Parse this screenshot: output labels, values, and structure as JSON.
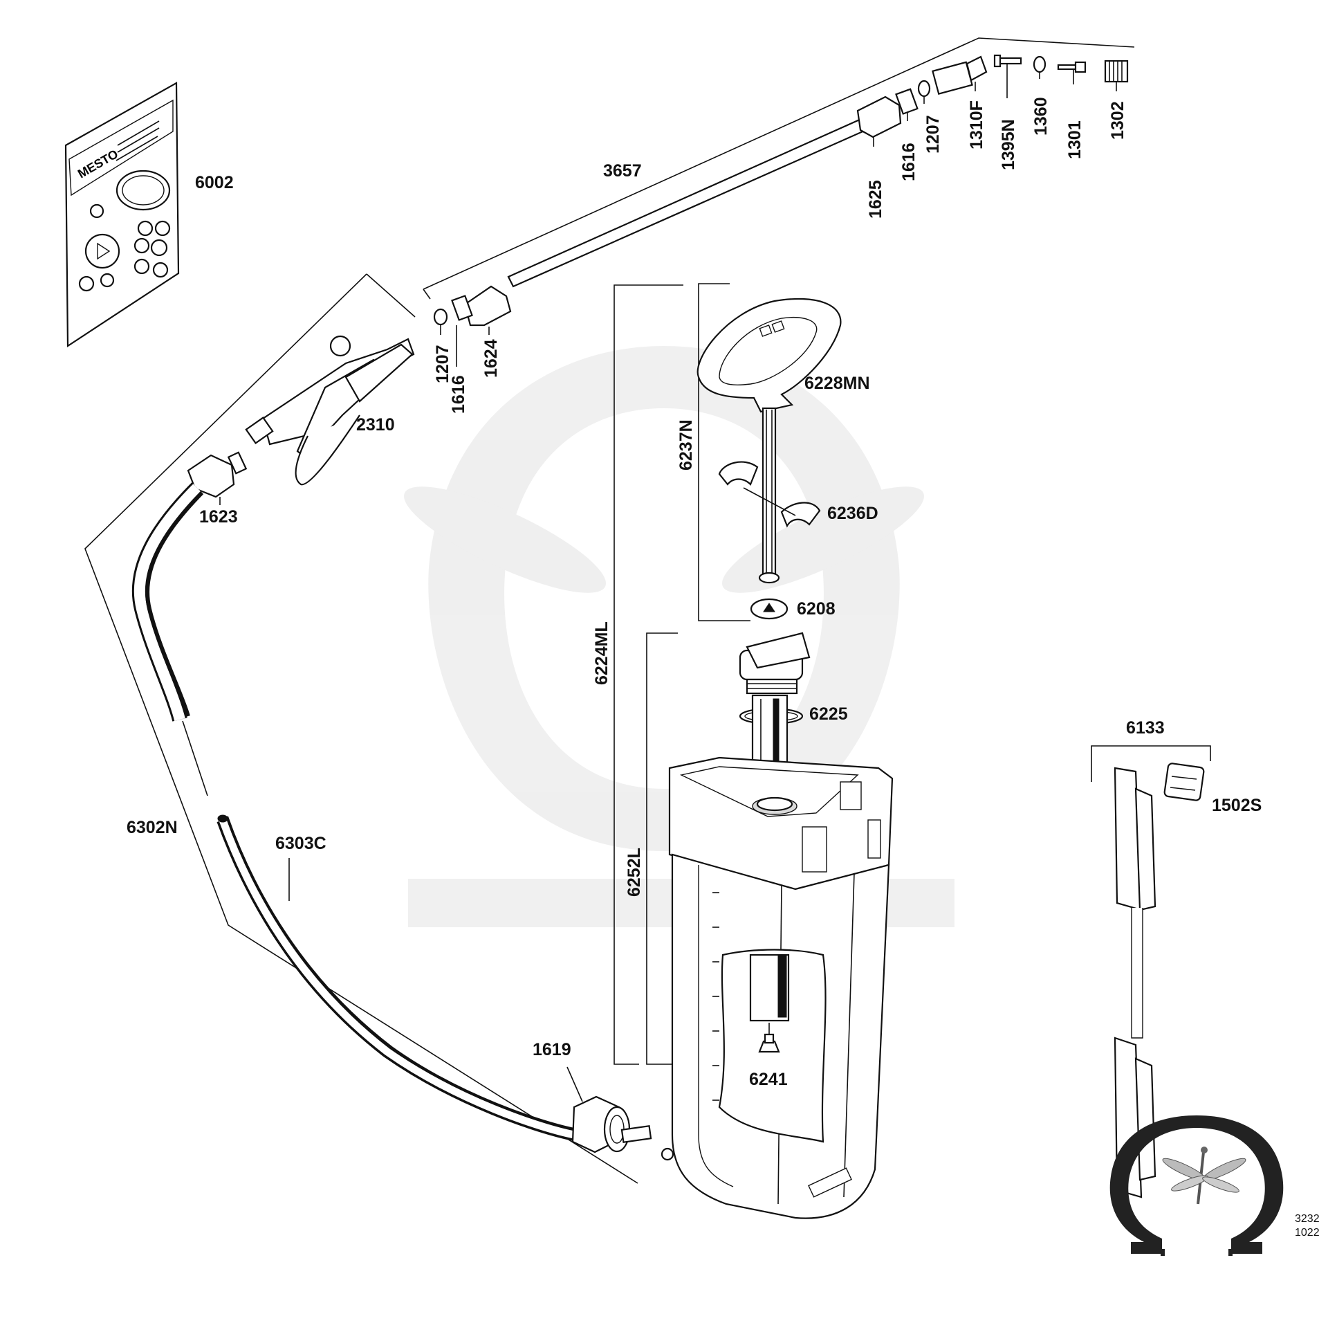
{
  "diagram": {
    "brand_on_kit": "MESTO",
    "drawing_code_line1": "3232",
    "drawing_code_line2": "1022",
    "parts": {
      "p6002": "6002",
      "p3657": "3657",
      "p1625": "1625",
      "p1616_top": "1616",
      "p1207_top": "1207",
      "p1310F": "1310F",
      "p1395N": "1395N",
      "p1360": "1360",
      "p1301": "1301",
      "p1302": "1302",
      "p1207_mid": "1207",
      "p1616_mid": "1616",
      "p1624": "1624",
      "p2310": "2310",
      "p1623": "1623",
      "p6228MN": "6228MN",
      "p6237N": "6237N",
      "p6236D": "6236D",
      "p6224ML": "6224ML",
      "p6208": "6208",
      "p6225": "6225",
      "p6252L": "6252L",
      "p6241": "6241",
      "p6302N": "6302N",
      "p6303C": "6303C",
      "p1619": "1619",
      "p6133": "6133",
      "p1502S": "1502S"
    },
    "icons": [
      "omega-logo-icon",
      "dragonfly-icon",
      "warning-triangle-icon"
    ],
    "colors": {
      "line": "#111111",
      "watermark": "#eeeeee"
    }
  }
}
